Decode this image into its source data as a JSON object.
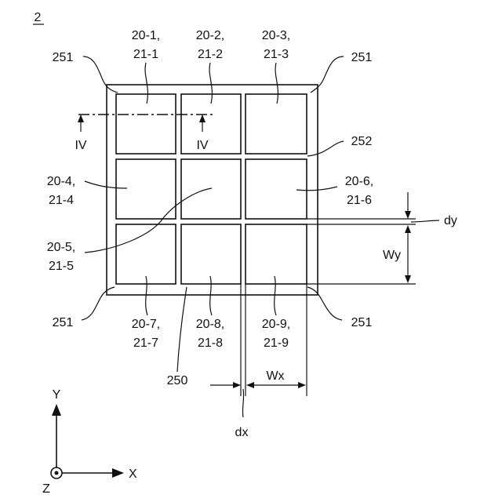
{
  "figure_number": "2",
  "cell_labels": [
    {
      "line1": "20-1,",
      "line2": "21-1"
    },
    {
      "line1": "20-2,",
      "line2": "21-2"
    },
    {
      "line1": "20-3,",
      "line2": "21-3"
    },
    {
      "line1": "20-4,",
      "line2": "21-4"
    },
    {
      "line1": "20-5,",
      "line2": "21-5"
    },
    {
      "line1": "20-6,",
      "line2": "21-6"
    },
    {
      "line1": "20-7,",
      "line2": "21-7"
    },
    {
      "line1": "20-8,",
      "line2": "21-8"
    },
    {
      "line1": "20-9,",
      "line2": "21-9"
    }
  ],
  "refs": {
    "corner": "251",
    "inner": "252",
    "grid": "250",
    "section": "IV"
  },
  "dims": {
    "dx": "dx",
    "dy": "dy",
    "wx": "Wx",
    "wy": "Wy"
  },
  "axes": {
    "x": "X",
    "y": "Y",
    "z": "Z"
  }
}
